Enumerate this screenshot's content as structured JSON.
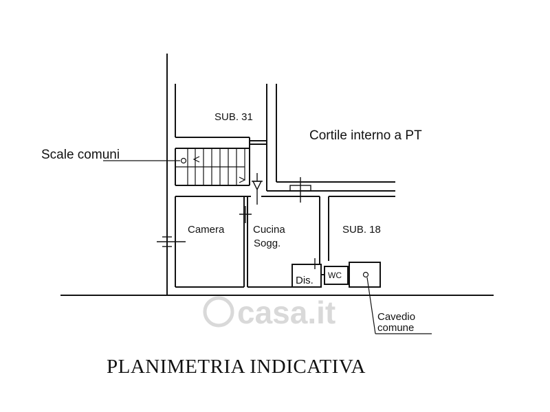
{
  "labels": {
    "sub31": "SUB. 31",
    "cortile": "Cortile interno a PT",
    "scale": "Scale comuni",
    "camera": "Camera",
    "cucina_1": "Cucina",
    "cucina_2": "Sogg.",
    "sub18": "SUB. 18",
    "dis": "Dis.",
    "wc": "WC",
    "cavedio_1": "Cavedio",
    "cavedio_2": "comune"
  },
  "title": "PLANIMETRIA INDICATIVA",
  "watermark": "casa.it",
  "colors": {
    "ink": "#111111",
    "watermark": "#d9d9d9"
  }
}
